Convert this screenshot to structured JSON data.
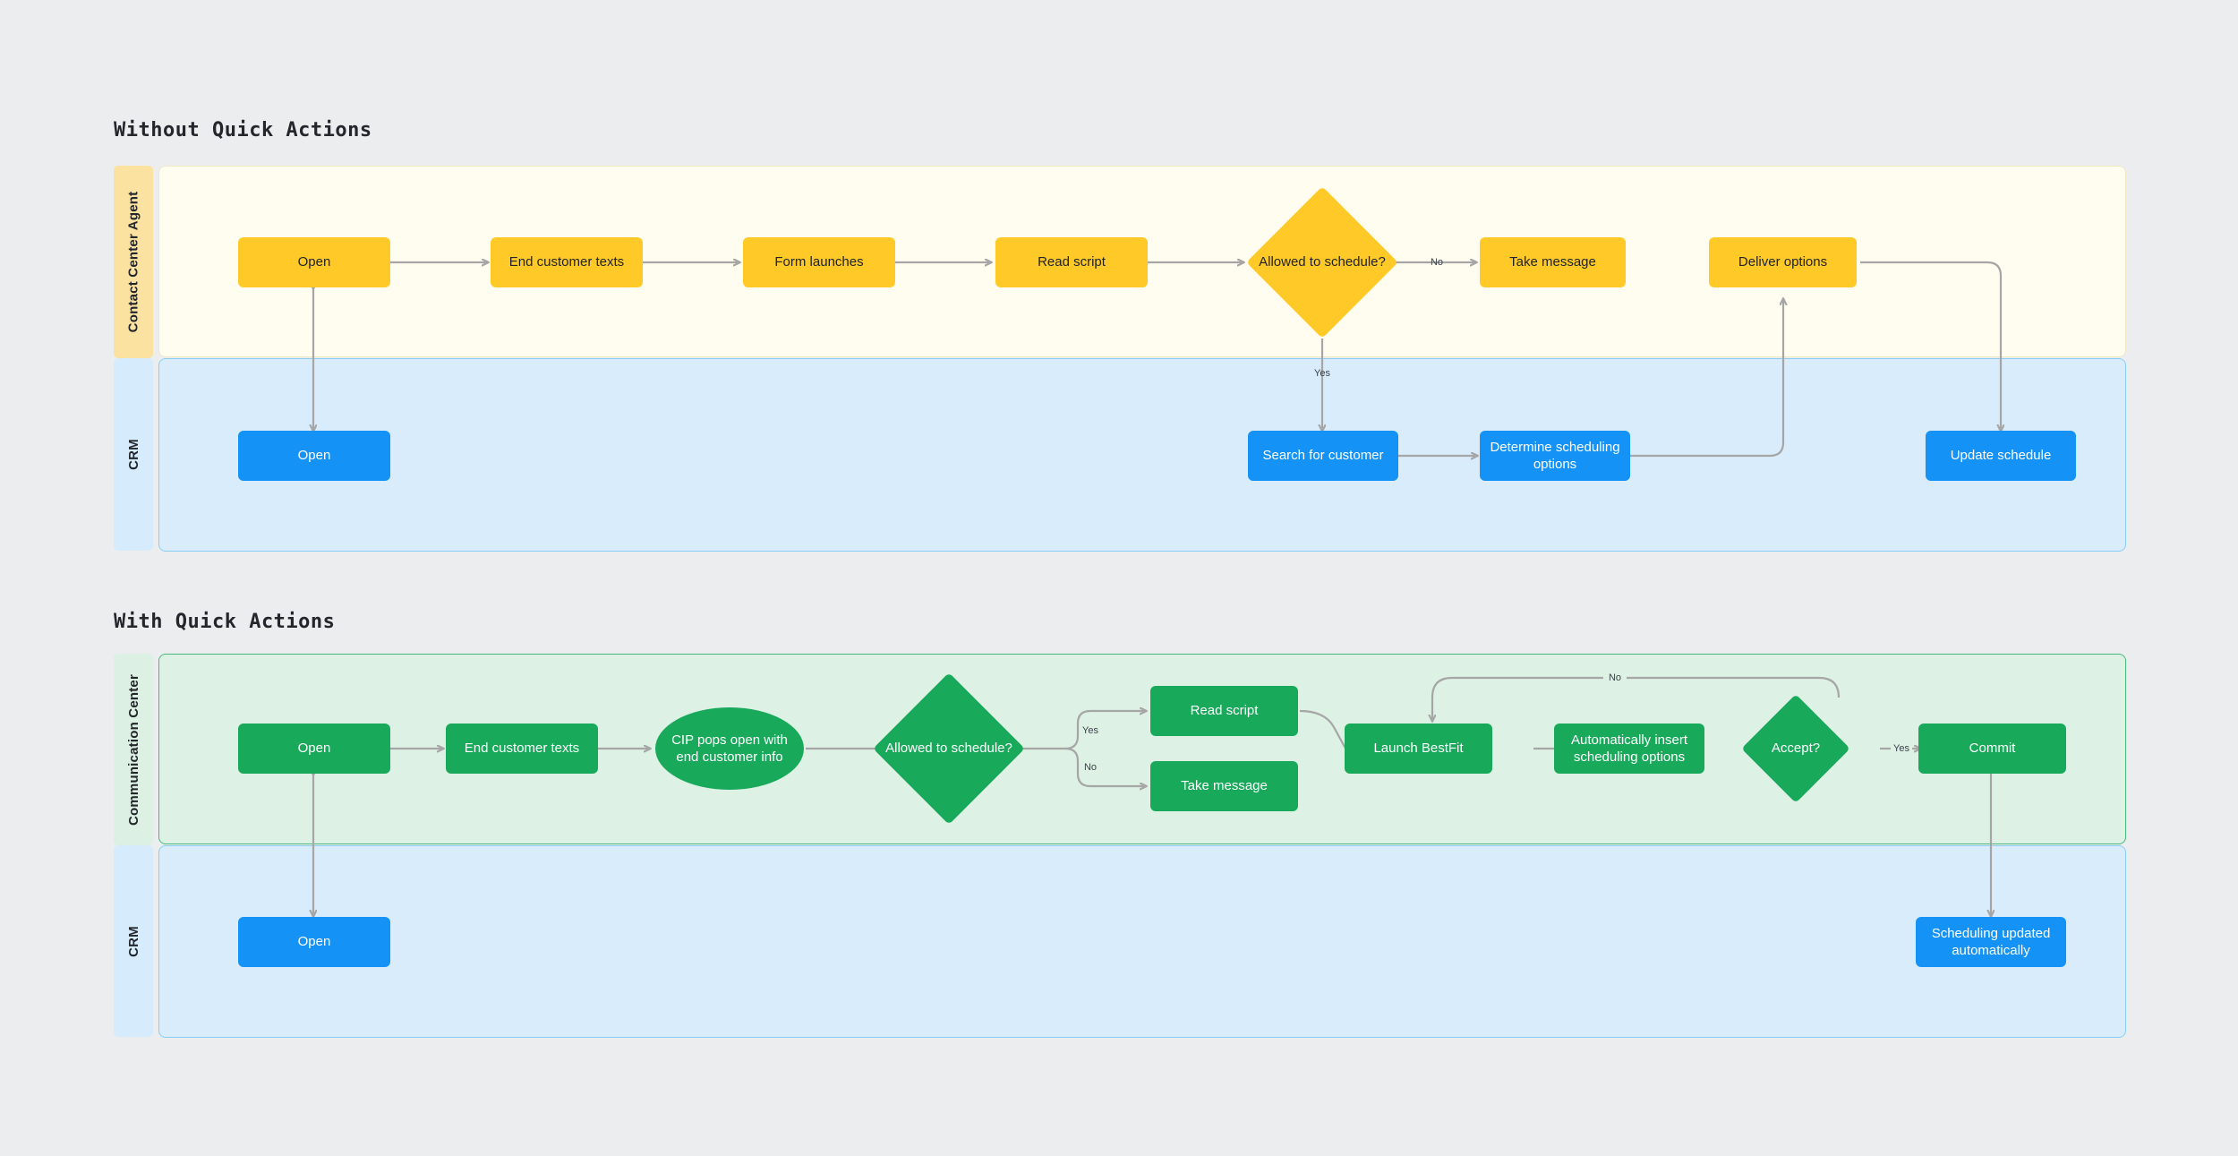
{
  "page": {
    "background": "#ebedef",
    "accent_yellow": "#ffca28",
    "accent_blue": "#1492f5",
    "accent_green": "#19a95a",
    "edge_color": "#a6a6a6"
  },
  "sections": [
    {
      "title": "Without Quick Actions",
      "lanes": [
        {
          "label": "Contact Center Agent",
          "tone": "yellow"
        },
        {
          "label": "CRM",
          "tone": "blue"
        }
      ]
    },
    {
      "title": "With Quick Actions",
      "lanes": [
        {
          "label": "Communication Center",
          "tone": "green"
        },
        {
          "label": "CRM",
          "tone": "blue"
        }
      ]
    }
  ],
  "diagram1": {
    "nodes": {
      "agent_open": "Open",
      "end_customer_texts": "End customer texts",
      "form_launches": "Form launches",
      "read_script": "Read script",
      "allowed_to_schedule": "Allowed to schedule?",
      "take_message": "Take message",
      "deliver_options": "Deliver options",
      "crm_open": "Open",
      "search_for_customer": "Search for customer",
      "determine_scheduling_options": "Determine scheduling options",
      "update_schedule": "Update schedule"
    },
    "edge_labels": {
      "no": "No",
      "yes": "Yes"
    }
  },
  "diagram2": {
    "nodes": {
      "cc_open": "Open",
      "end_customer_texts": "End customer texts",
      "cip_pops_open": "CIP pops open with end customer info",
      "allowed_to_schedule": "Allowed to schedule?",
      "read_script": "Read script",
      "take_message": "Take message",
      "launch_bestfit": "Launch BestFit",
      "auto_insert_scheduling": "Automatically insert scheduling options",
      "accept": "Accept?",
      "commit": "Commit",
      "crm_open": "Open",
      "scheduling_updated": "Scheduling updated automatically"
    },
    "edge_labels": {
      "yes1": "Yes",
      "no1": "No",
      "no_loop": "No",
      "yes2": "Yes"
    }
  }
}
